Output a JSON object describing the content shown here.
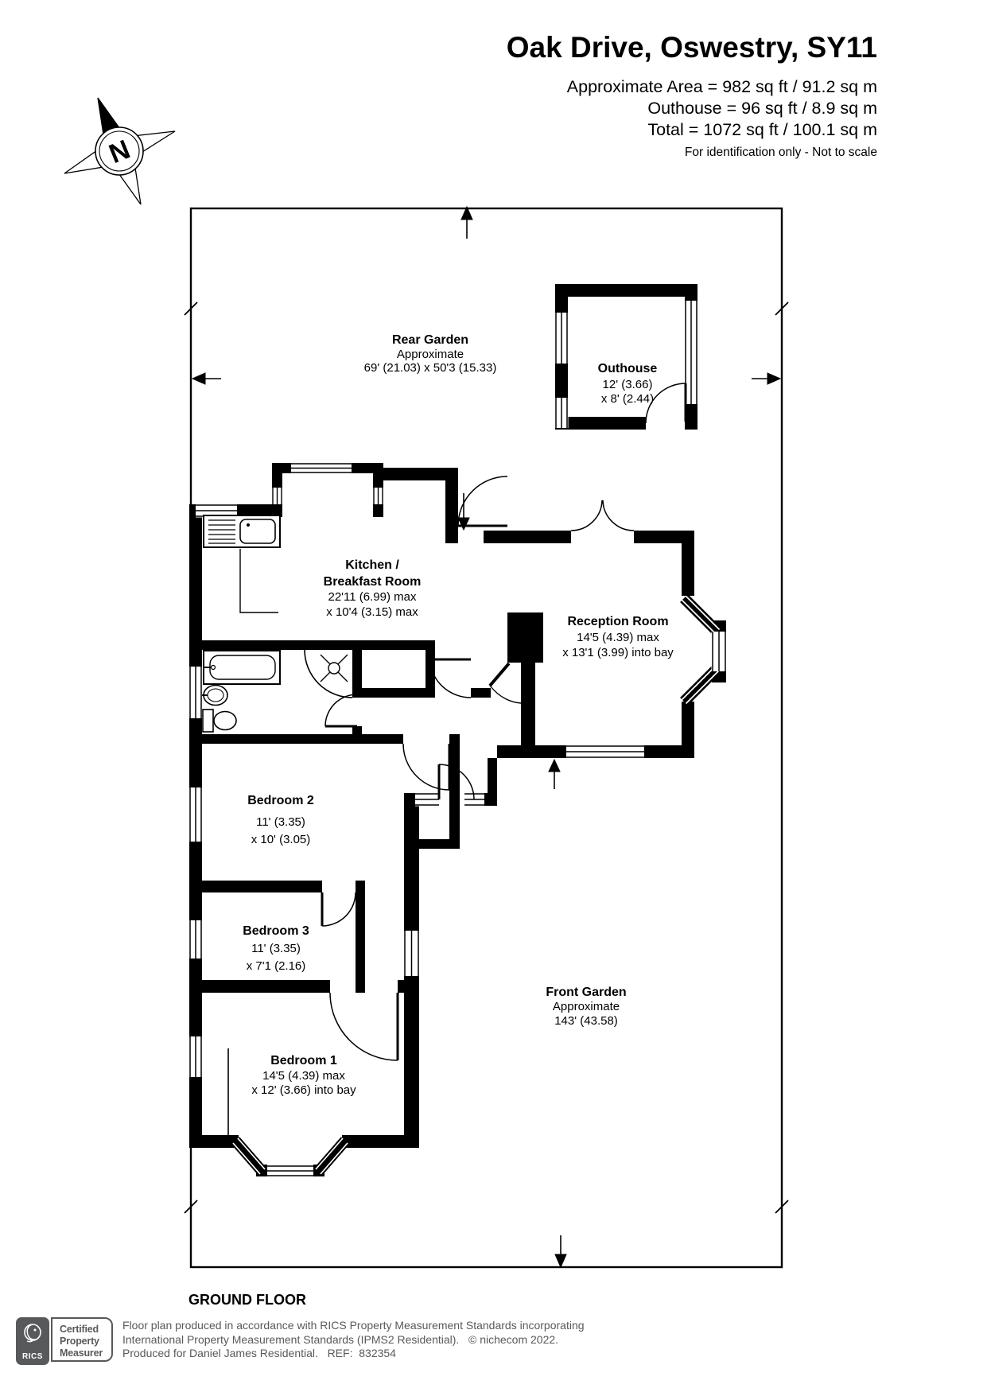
{
  "header": {
    "title": "Oak Drive, Oswestry, SY11",
    "area_lines": [
      "Approximate Area = 982 sq ft / 91.2 sq m",
      "Outhouse = 96 sq ft / 8.9 sq m",
      "Total = 1072 sq ft / 100.1 sq m"
    ],
    "disclaimer": "For identification only - Not to scale"
  },
  "compass": {
    "north_label": "N"
  },
  "rooms": {
    "rear_garden": {
      "name": "Rear Garden",
      "line2": "Approximate",
      "line3": "69' (21.03) x 50'3 (15.33)"
    },
    "outhouse": {
      "name": "Outhouse",
      "line2": "12' (3.66)",
      "line3": "x 8' (2.44)"
    },
    "kitchen": {
      "name_line1": "Kitchen /",
      "name_line2": "Breakfast Room",
      "line3": "22'11 (6.99) max",
      "line4": "x 10'4 (3.15) max"
    },
    "reception": {
      "name": "Reception Room",
      "line2": "14'5 (4.39) max",
      "line3": "x 13'1 (3.99) into bay"
    },
    "bedroom2": {
      "name": "Bedroom 2",
      "line2": "11' (3.35)",
      "line3": "x 10' (3.05)"
    },
    "bedroom3": {
      "name": "Bedroom 3",
      "line2": "11' (3.35)",
      "line3": "x 7'1 (2.16)"
    },
    "bedroom1": {
      "name": "Bedroom 1",
      "line2": "14'5 (4.39) max",
      "line3": "x 12' (3.66) into bay"
    },
    "front_garden": {
      "name": "Front Garden",
      "line2": "Approximate",
      "line3": "143' (43.58)"
    }
  },
  "meta": {
    "floor_label": "GROUND FLOOR"
  },
  "footer": {
    "rics_logo_text": "RICS",
    "badge_lines": [
      "Certified",
      "Property",
      "Measurer"
    ],
    "line1": "Floor plan produced in accordance with RICS Property Measurement Standards incorporating",
    "line2": "International Property Measurement Standards (IPMS2 Residential).   © nichecom 2022.",
    "line3": "Produced for Daniel James Residential.   REF:  832354"
  },
  "colors": {
    "wall": "#000000",
    "footer_gray": "#58595b",
    "background": "#ffffff"
  }
}
